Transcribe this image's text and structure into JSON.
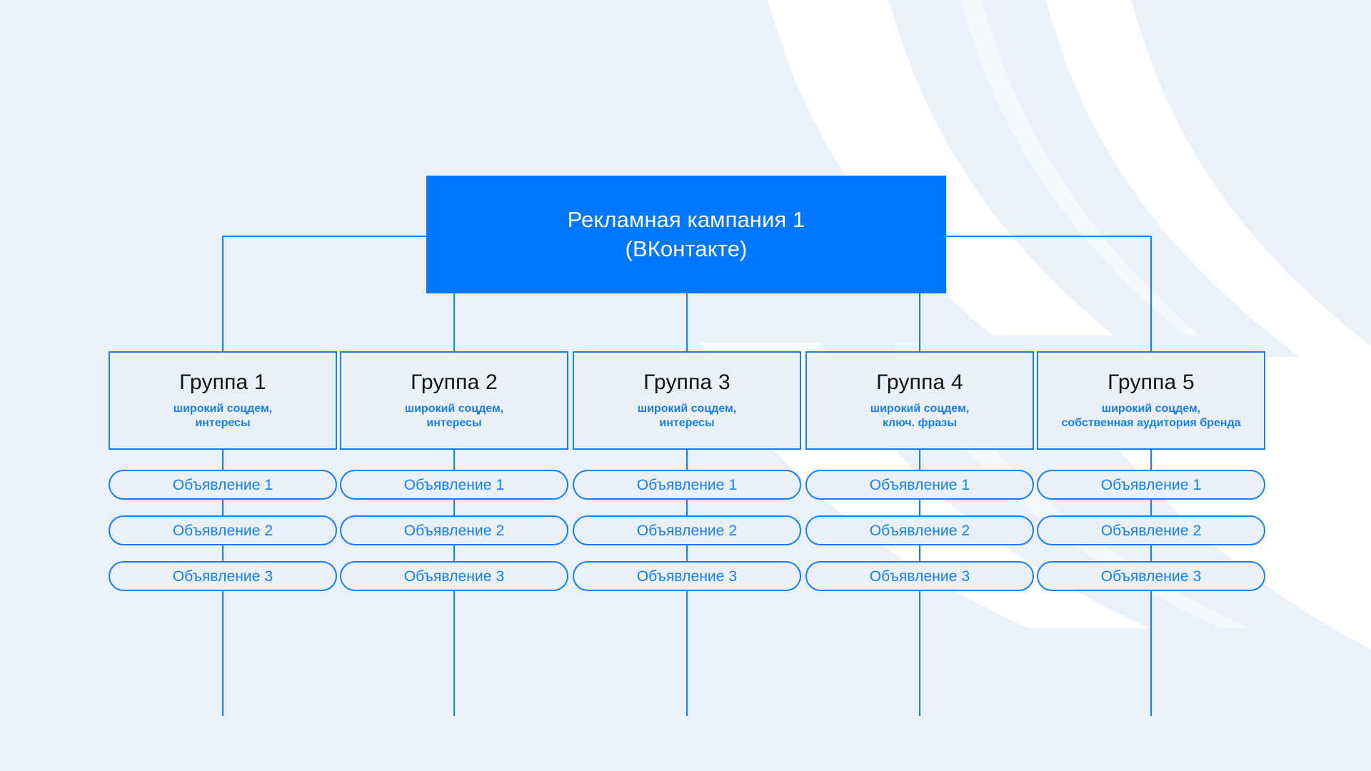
{
  "theme": {
    "background": "#eaf1f9",
    "accent": "#0077ff",
    "line": "#1a7ff0",
    "box_fill": "#e9f0f8",
    "title_text": "#121212",
    "wave": "#ffffff"
  },
  "campaign": {
    "title": "Рекламная кампания 1\n(ВКонтакте)",
    "line1": "Рекламная кампания 1",
    "line2": "(ВКонтакте)"
  },
  "groups": [
    {
      "title": "Группа 1",
      "subtitle": "широкий соцдем,\nинтересы",
      "ads": [
        "Объявление 1",
        "Объявление 2",
        "Объявление 3"
      ]
    },
    {
      "title": "Группа 2",
      "subtitle": "широкий соцдем,\nинтересы",
      "ads": [
        "Объявление 1",
        "Объявление 2",
        "Объявление 3"
      ]
    },
    {
      "title": "Группа 3",
      "subtitle": "широкий соцдем,\nинтересы",
      "ads": [
        "Объявление 1",
        "Объявление 2",
        "Объявление 3"
      ]
    },
    {
      "title": "Группа 4",
      "subtitle": "широкий соцдем,\nключ. фразы",
      "ads": [
        "Объявление 1",
        "Объявление 2",
        "Объявление 3"
      ]
    },
    {
      "title": "Группа 5",
      "subtitle": "широкий соцдем,\nсобственная аудитория бренда",
      "ads": [
        "Объявление 1",
        "Объявление 2",
        "Объявление 3"
      ]
    }
  ],
  "chart_data": {
    "type": "diagram",
    "diagram_kind": "org-chart",
    "title": "Рекламная кампания 1 (ВКонтакте)",
    "levels": [
      "campaign",
      "ad-group",
      "ad"
    ],
    "root": "Рекламная кампания 1 (ВКонтакте)",
    "children": [
      {
        "name": "Группа 1",
        "targeting": "широкий соцдем, интересы",
        "ads": 3
      },
      {
        "name": "Группа 2",
        "targeting": "широкий соцдем, интересы",
        "ads": 3
      },
      {
        "name": "Группа 3",
        "targeting": "широкий соцдем, интересы",
        "ads": 3
      },
      {
        "name": "Группа 4",
        "targeting": "широкий соцдем, ключ. фразы",
        "ads": 3
      },
      {
        "name": "Группа 5",
        "targeting": "широкий соцдем, собственная аудитория бренда",
        "ads": 3
      }
    ]
  }
}
